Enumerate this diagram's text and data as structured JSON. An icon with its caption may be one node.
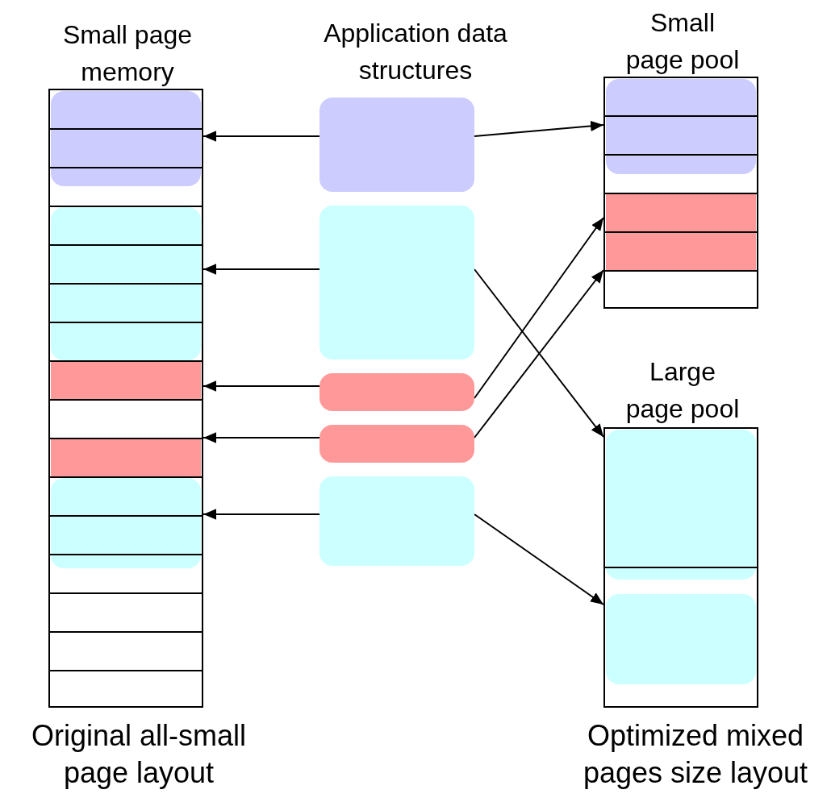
{
  "diagram": {
    "nodes": [
      {
        "text": [
          "Small page memory"
        ],
        "beside": [
          "Original all-small page layout"
        ]
      },
      {
        "text": [
          "Small page pool"
        ]
      },
      {
        "text": [
          "Large page pool"
        ],
        "beside": [
          "Optimized mixed pages size layout"
        ]
      },
      {
        "text": [],
        "shape": "box"
      },
      {
        "text": [],
        "shape": "box"
      },
      {
        "text": [],
        "shape": "box"
      },
      {
        "text": [],
        "shape": "box"
      },
      {
        "text": [],
        "shape": "box"
      }
    ],
    "edges": [
      {
        "from": 3,
        "to": 0,
        "arrow": "to"
      },
      {
        "from": 3,
        "to": 1,
        "arrow": "to"
      },
      {
        "from": 4,
        "to": 0,
        "arrow": "to"
      },
      {
        "from": 4,
        "to": 2,
        "arrow": "to"
      },
      {
        "from": 5,
        "to": 0,
        "arrow": "to"
      },
      {
        "from": 5,
        "to": 1,
        "arrow": "to"
      },
      {
        "from": 6,
        "to": 0,
        "arrow": "to"
      },
      {
        "from": 6,
        "to": 1,
        "arrow": "to"
      },
      {
        "from": 7,
        "to": 0,
        "arrow": "to"
      },
      {
        "from": 7,
        "to": 2,
        "arrow": "to"
      }
    ],
    "labels": [
      "Application data structures"
    ]
  }
}
